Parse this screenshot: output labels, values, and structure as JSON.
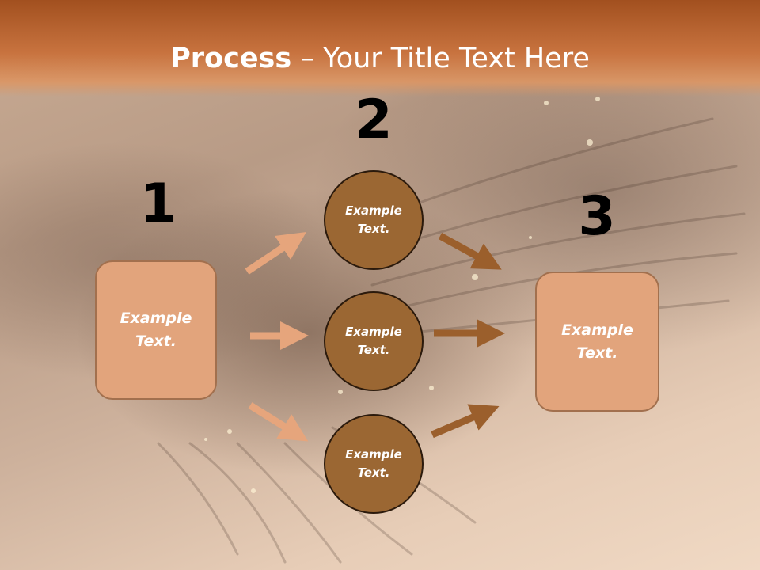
{
  "title": {
    "bold": "Process",
    "rest": " – Your Title Text Here"
  },
  "steps": {
    "one": "1",
    "two": "2",
    "three": "3"
  },
  "left_box": {
    "text": "Example Text."
  },
  "circles": [
    {
      "text": "Example Text."
    },
    {
      "text": "Example Text."
    },
    {
      "text": "Example Text."
    }
  ],
  "right_box": {
    "text": "Example Text."
  },
  "colors": {
    "title_band": "#c8733f",
    "box_fill": "#e2a47c",
    "circle_fill": "#9b6733",
    "left_arrows": "#e6a57c",
    "right_arrows": "#9b5f2c"
  }
}
